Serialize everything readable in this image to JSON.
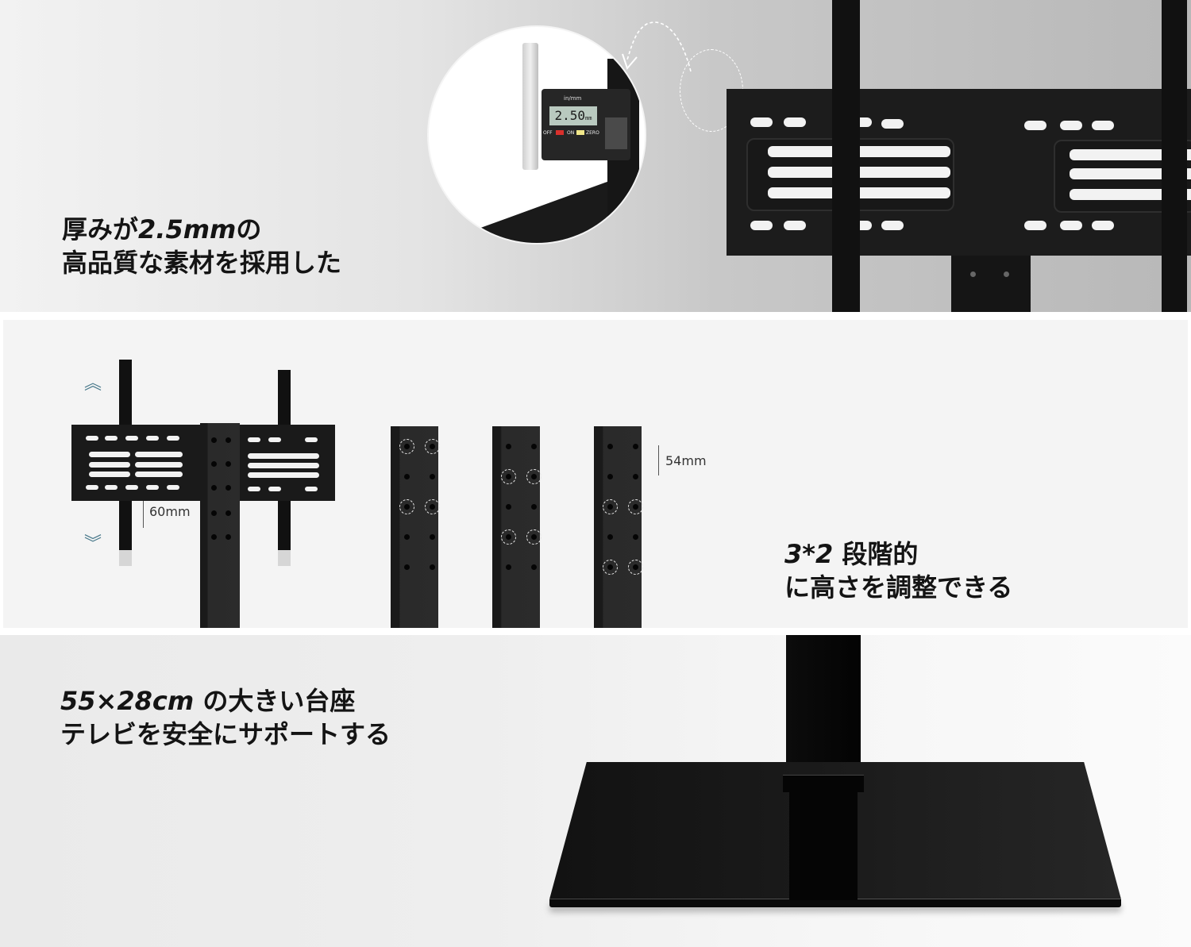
{
  "panels": [
    {
      "id": "thickness",
      "heading_line1_prefix": "厚みが",
      "heading_line1_value": "2.5mm",
      "heading_line1_suffix": "の",
      "heading_line2": "高品質な素材を採用した",
      "caliper": {
        "unit_label": "in/mm",
        "display_value": "2.50",
        "display_unit": "mm",
        "button_off": "OFF",
        "button_on": "ON",
        "button_zero": "ZERO"
      }
    },
    {
      "id": "height-adjust",
      "heading_line1_value": "3*2",
      "heading_line1_suffix": " 段階的",
      "heading_line2": "に高さを調整できる",
      "dimension_bracket": "60mm",
      "dimension_post": "54mm",
      "arrow_up": "︽",
      "arrow_down": "︾"
    },
    {
      "id": "base",
      "heading_line1_value": "55×28cm",
      "heading_line1_suffix": " の大きい台座",
      "heading_line2": "テレビを安全にサポートする"
    }
  ],
  "colors": {
    "text": "#141414",
    "metal": "#1c1c1c",
    "arrow_accent": "#4a7a8c"
  }
}
